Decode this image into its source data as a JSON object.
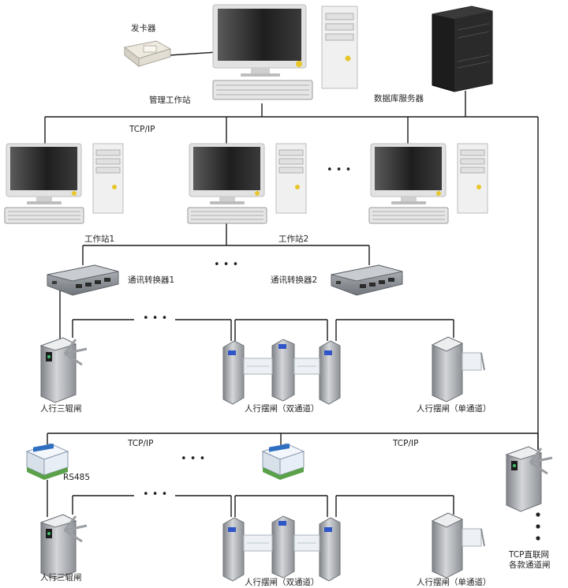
{
  "labels": {
    "card_reader": "发卡器",
    "admin_station": "管理工作站",
    "db_server": "数据库服务器",
    "tcpip_top": "TCP/IP",
    "workstation1": "工作站1",
    "workstation2": "工作站2",
    "converter1": "通讯转换器1",
    "converter2": "通讯转换器2",
    "tripod_1": "人行三辊闸",
    "swing_double_1": "人行摆闸（双通道）",
    "swing_single_1": "人行摆闸（单通道）",
    "tcpip_left": "TCP/IP",
    "tcpip_right": "TCP/IP",
    "rs485": "RS485",
    "tripod_2": "人行三辊闸",
    "swing_double_2": "人行摆闸（双通道）",
    "swing_single_2": "人行摆闸（单通道）",
    "tcp_direct_line1": "TCP直联网",
    "tcp_direct_line2": "各款通道闸"
  },
  "ellipsis": "• • •",
  "colors": {
    "line": "#1a1a1a",
    "monitor_frame": "#d9d9d9",
    "screen_dark": "#2a2a2a",
    "case": "#eeeeee",
    "gate_metal": "#a9acb0",
    "converter": "#7d8186",
    "module_blue": "#2f6fc1",
    "module_green": "#5aa14a"
  },
  "icons": [
    "card-reader-icon",
    "computer-icon",
    "server-tower-icon",
    "converter-icon",
    "io-module-icon",
    "tripod-turnstile-icon",
    "swing-gate-double-icon",
    "swing-gate-single-icon"
  ]
}
